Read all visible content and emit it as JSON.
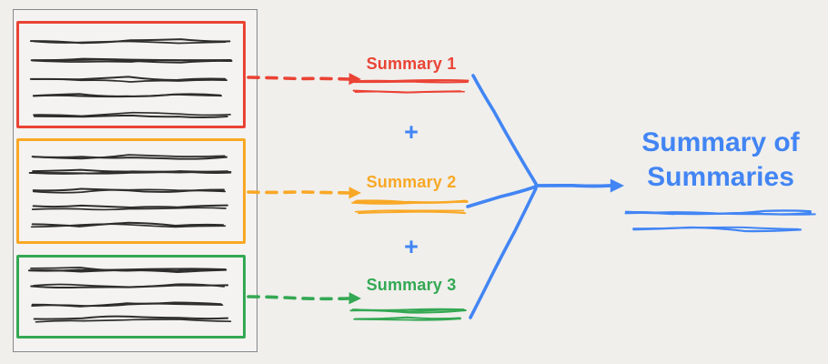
{
  "colors": {
    "bg": "#f0efec",
    "red": "#EA4335",
    "orange": "#F9A825",
    "green": "#34A853",
    "blue": "#4285F4",
    "ink": "#2d2d2d",
    "doc_border": "#85888c"
  },
  "document": {
    "sections": [
      {
        "name": "section-1",
        "color": "#EA4335"
      },
      {
        "name": "section-2",
        "color": "#F9A825"
      },
      {
        "name": "section-3",
        "color": "#34A853"
      }
    ]
  },
  "summaries": [
    {
      "label": "Summary 1",
      "color": "#EA4335"
    },
    {
      "label": "Summary 2",
      "color": "#F9A825"
    },
    {
      "label": "Summary 3",
      "color": "#34A853"
    }
  ],
  "plus": "+",
  "final": {
    "label": "Summary of Summaries",
    "color": "#4285F4"
  }
}
